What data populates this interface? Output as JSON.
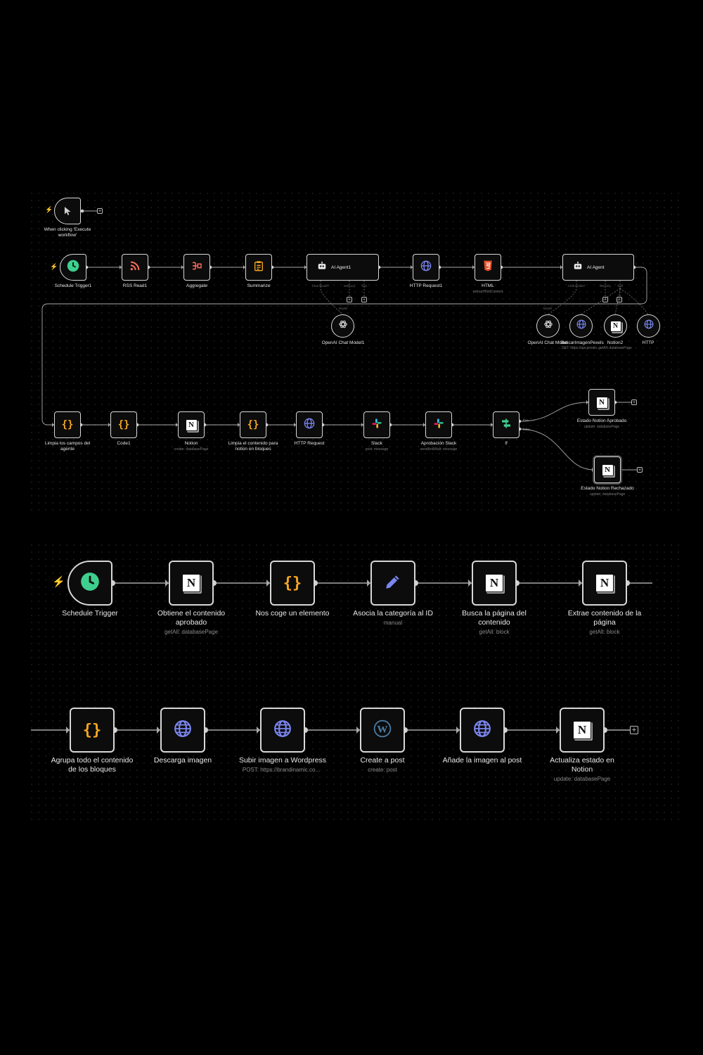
{
  "overview": {
    "manual_trigger": {
      "label": "When clicking 'Execute workflow'",
      "icon": "cursor-icon"
    },
    "row1": [
      {
        "id": "schedule",
        "label": "Schedule Trigger1",
        "sub": "",
        "icon": "clock-icon"
      },
      {
        "id": "rss",
        "label": "RSS Read1",
        "sub": "",
        "icon": "rss-icon"
      },
      {
        "id": "aggregate",
        "label": "Aggregate",
        "sub": "",
        "icon": "aggregate-icon"
      },
      {
        "id": "summarize",
        "label": "Summarize",
        "sub": "",
        "icon": "clipboard-icon"
      },
      {
        "id": "agent1",
        "label": "AI Agent1",
        "sub": "",
        "icon": "robot-icon"
      },
      {
        "id": "http1",
        "label": "HTTP Request1",
        "sub": "",
        "icon": "globe-icon"
      },
      {
        "id": "html",
        "label": "HTML",
        "sub": "extractHtmlContent",
        "icon": "html5-icon"
      },
      {
        "id": "agent2",
        "label": "AI Agent",
        "sub": "",
        "icon": "robot-icon"
      }
    ],
    "agent1_ports": [
      "Chat Model*",
      "Memory",
      "Tool"
    ],
    "agent2_ports": [
      "Chat Model*",
      "Memory",
      "Tool"
    ],
    "subnodes": [
      {
        "id": "openai1",
        "label": "OpenAI Chat Model1",
        "sub": "",
        "icon": "openai-icon",
        "port": "Model"
      },
      {
        "id": "openai2",
        "label": "OpenAI Chat Model",
        "sub": "",
        "icon": "openai-icon",
        "port": "Model"
      },
      {
        "id": "pexels",
        "label": "BuscarImagenPexels",
        "sub": "GET: https://api.pexels...",
        "icon": "globe-icon"
      },
      {
        "id": "notion2",
        "label": "Notion2",
        "sub": "getAll: databasePage",
        "icon": "notion-icon"
      },
      {
        "id": "httpTool",
        "label": "HTTP",
        "sub": "",
        "icon": "globe-icon"
      }
    ],
    "row2": [
      {
        "id": "limpia",
        "label": "Limpia los campos del agente",
        "sub": "",
        "icon": "code-icon"
      },
      {
        "id": "code1",
        "label": "Code1",
        "sub": "",
        "icon": "code-icon"
      },
      {
        "id": "notion",
        "label": "Notion",
        "sub": "create: databasePage",
        "icon": "notion-icon"
      },
      {
        "id": "limpia2",
        "label": "Limpia el contenido para notion en bloques",
        "sub": "",
        "icon": "code-icon"
      },
      {
        "id": "http2",
        "label": "HTTP Request",
        "sub": "",
        "icon": "globe-icon"
      },
      {
        "id": "slack",
        "label": "Slack",
        "sub": "post: message",
        "icon": "slack-icon"
      },
      {
        "id": "aprob",
        "label": "Aprobación Slack",
        "sub": "sendAndWait: message",
        "icon": "slack-icon"
      },
      {
        "id": "if",
        "label": "If",
        "sub": "",
        "icon": "if-icon"
      }
    ],
    "if_outputs": [
      "true",
      "false"
    ],
    "branches": [
      {
        "id": "aprobado",
        "label": "Estado Notion Aprobado",
        "sub": "update: databasePage",
        "icon": "notion-icon"
      },
      {
        "id": "rechazado",
        "label": "Estado Notion Rechazado",
        "sub": "update: databasePage",
        "icon": "notion-icon"
      }
    ]
  },
  "detail_row1": [
    {
      "label": "Schedule Trigger",
      "sub": "",
      "icon": "clock-icon"
    },
    {
      "label": "Obtiene el contenido aprobado",
      "sub": "getAll: databasePage",
      "icon": "notion-icon"
    },
    {
      "label": "Nos coge un elemento",
      "sub": "",
      "icon": "code-icon"
    },
    {
      "label": "Asocia la categoría al ID",
      "sub": "manual",
      "icon": "pencil-icon"
    },
    {
      "label": "Busca la página del contenido",
      "sub": "getAll: block",
      "icon": "notion-icon"
    },
    {
      "label": "Extrae contenido de la página",
      "sub": "getAll: block",
      "icon": "notion-icon"
    }
  ],
  "detail_row2": [
    {
      "label": "Agrupa todo el contenido de los bloques",
      "sub": "",
      "icon": "code-icon"
    },
    {
      "label": "Descarga imagen",
      "sub": "",
      "icon": "globe-icon"
    },
    {
      "label": "Subir imagen a Wordpress",
      "sub": "POST: https://brandinamic.co...",
      "icon": "globe-icon"
    },
    {
      "label": "Create a post",
      "sub": "create: post",
      "icon": "wordpress-icon"
    },
    {
      "label": "Añade la imagen al post",
      "sub": "",
      "icon": "globe-icon"
    },
    {
      "label": "Actualiza estado en Notion",
      "sub": "update: databasePage",
      "icon": "notion-icon"
    }
  ],
  "colors": {
    "background": "#000000",
    "node_border": "#d8d8d8",
    "trigger_bolt": "#ff6d5a",
    "code": "#f5a623",
    "globe": "#7a86f0",
    "clock": "#3ecf8e"
  }
}
